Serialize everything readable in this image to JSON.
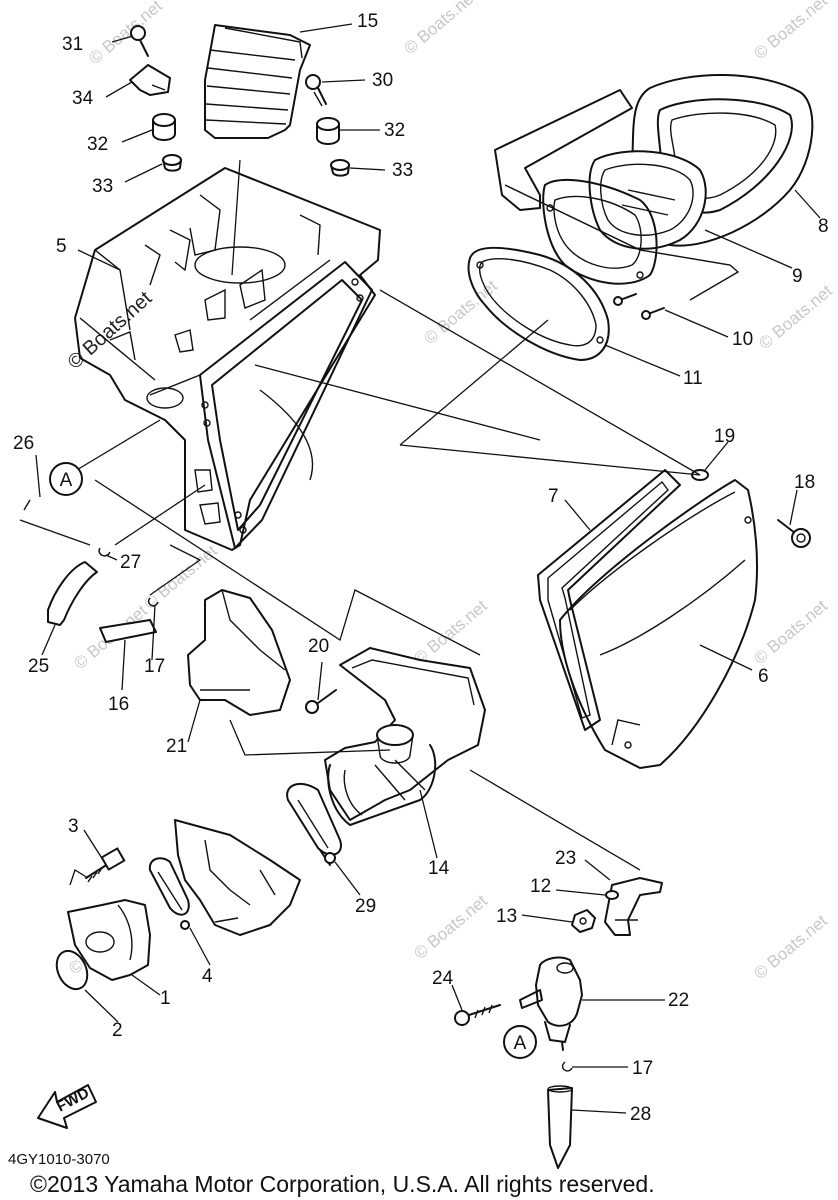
{
  "callouts": {
    "c1": "1",
    "c2": "2",
    "c3": "3",
    "c4": "4",
    "c5": "5",
    "c6": "6",
    "c7": "7",
    "c8": "8",
    "c9": "9",
    "c10": "10",
    "c11": "11",
    "c12": "12",
    "c13": "13",
    "c14": "14",
    "c15": "15",
    "c16": "16",
    "c17a": "17",
    "c17b": "17",
    "c18": "18",
    "c19": "19",
    "c20": "20",
    "c21": "21",
    "c22": "22",
    "c23": "23",
    "c24": "24",
    "c25": "25",
    "c26": "26",
    "c27": "27",
    "c28": "28",
    "c29": "29",
    "c30": "30",
    "c31": "31",
    "c32a": "32",
    "c32b": "32",
    "c33a": "33",
    "c33b": "33",
    "c34": "34"
  },
  "ref_marker": "A",
  "fwd_label": "FWD",
  "watermark_primary": "© Boats.net",
  "watermark_faint": "© Boats.net",
  "part_code": "4GY1010-3070",
  "copyright": "©2013 Yamaha Motor Corporation, U.S.A. All rights reserved."
}
